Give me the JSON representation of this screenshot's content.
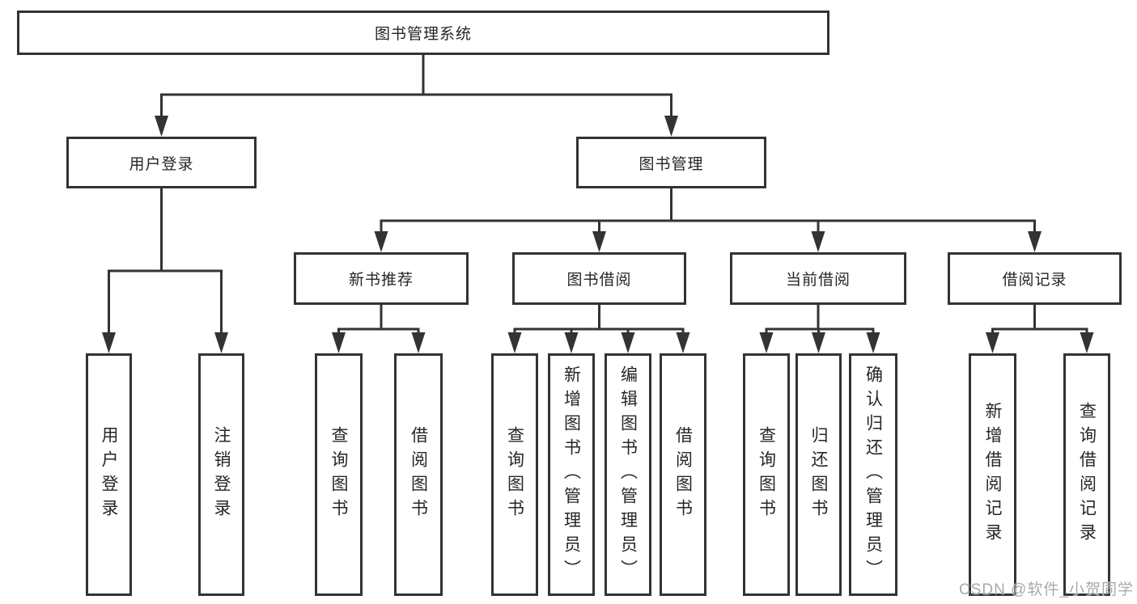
{
  "diagram": {
    "root": {
      "label": "图书管理系统"
    },
    "branches": [
      {
        "label": "用户登录",
        "children": [
          {
            "label": "用户登录"
          },
          {
            "label": "注销登录"
          }
        ]
      },
      {
        "label": "图书管理",
        "children": [
          {
            "label": "新书推荐",
            "children": [
              {
                "label": "查询图书"
              },
              {
                "label": "借阅图书"
              }
            ]
          },
          {
            "label": "图书借阅",
            "children": [
              {
                "label": "查询图书"
              },
              {
                "label": "新增图书（管理员）"
              },
              {
                "label": "编辑图书（管理员）"
              },
              {
                "label": "借阅图书"
              }
            ]
          },
          {
            "label": "当前借阅",
            "children": [
              {
                "label": "查询图书"
              },
              {
                "label": "归还图书"
              },
              {
                "label": "确认归还（管理员）"
              }
            ]
          },
          {
            "label": "借阅记录",
            "children": [
              {
                "label": "新增借阅记录"
              },
              {
                "label": "查询借阅记录"
              }
            ]
          }
        ]
      }
    ]
  },
  "watermark": {
    "text": "CSDN @软件_小贺同学"
  },
  "colors": {
    "line": "#333333",
    "text": "#262626",
    "background": "#ffffff",
    "watermark": "#a9a9a9"
  }
}
